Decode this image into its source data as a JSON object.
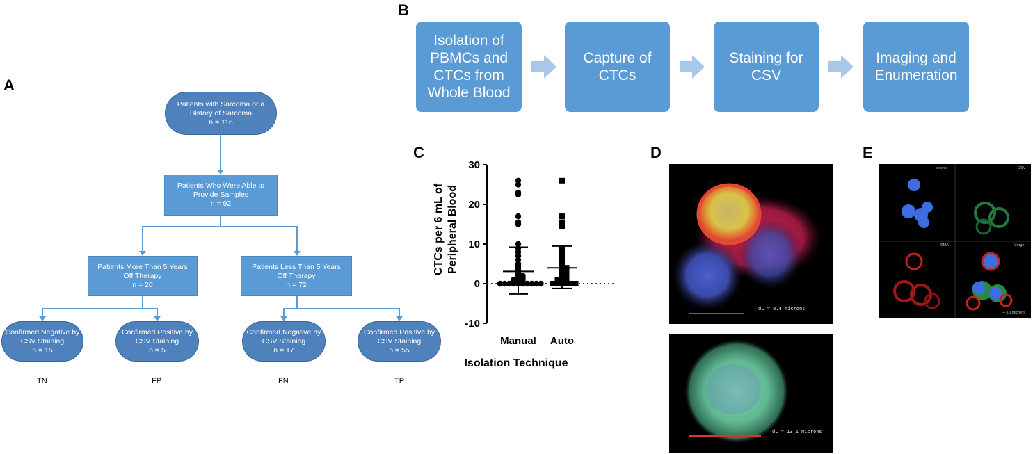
{
  "panel_letters": {
    "a": "A",
    "b": "B",
    "c": "C",
    "d": "D",
    "e": "E"
  },
  "flowchart": {
    "root": {
      "line1": "Patients with Sarcoma or a",
      "line2": "History of Sarcoma",
      "line3": "n = 116"
    },
    "samples": {
      "line1": "Patients Who Were Able to",
      "line2": "Provide Samples",
      "line3": "n = 92"
    },
    "more5": {
      "line1": "Patients More Than 5 Years",
      "line2": "Off Therapy",
      "line3": "n = 20"
    },
    "less5": {
      "line1": "Patients Less Than 5 Years",
      "line2": "Off Therapy",
      "line3": "n = 72"
    },
    "leaf_tn": {
      "line1": "Confirmed Negative by",
      "line2": "CSV Staining",
      "line3": "n = 15"
    },
    "leaf_fp": {
      "line1": "Confirmed Positive by",
      "line2": "CSV Staining",
      "line3": "n = 5"
    },
    "leaf_fn": {
      "line1": "Confirmed Negative by",
      "line2": "CSV Staining",
      "line3": "n = 17"
    },
    "leaf_tp": {
      "line1": "Confirmed Positive by",
      "line2": "CSV Staining",
      "line3": "n = 55"
    },
    "outcomes": {
      "tn": "TN",
      "fp": "FP",
      "fn": "FN",
      "tp": "TP"
    }
  },
  "process": {
    "steps": [
      {
        "line1": "Isolation of",
        "line2": "PBMCs and",
        "line3": "CTCs from",
        "line4": "Whole Blood"
      },
      {
        "line1": "Capture of",
        "line2": "CTCs"
      },
      {
        "line1": "Staining for",
        "line2": "CSV"
      },
      {
        "line1": "Imaging and",
        "line2": "Enumeration"
      }
    ],
    "box_color": "#5b9bd5",
    "arrow_color": "#a9c8e8"
  },
  "chart_data": {
    "type": "scatter",
    "ylabel_line1": "CTCs per 6 mL of",
    "ylabel_line2": "Peripheral Blood",
    "xlabel": "Isolation Technique",
    "categories": [
      "Manual",
      "Auto"
    ],
    "ylim": [
      -10,
      30
    ],
    "yticks": [
      "30",
      "20",
      "10",
      "0",
      "-10"
    ],
    "zero_line": "dotted",
    "series": [
      {
        "name": "Manual",
        "marker": "circle",
        "mean": 3.1,
        "sd_low": -2.6,
        "sd_high": 9.2,
        "values": [
          26,
          25,
          23,
          22.5,
          17,
          15.5,
          15,
          10,
          9,
          8,
          7,
          6,
          5,
          4.5,
          4,
          3.5,
          3,
          2.5,
          2,
          2,
          1.5,
          1.5,
          1,
          1,
          1,
          0.5,
          0.5,
          0.5,
          0,
          0,
          0,
          0,
          0,
          0,
          0,
          0,
          0,
          0
        ]
      },
      {
        "name": "Auto",
        "marker": "square",
        "mean": 4.0,
        "sd_low": -1.2,
        "sd_high": 9.5,
        "values": [
          26,
          17,
          15.5,
          15,
          14.5,
          9,
          8,
          7.5,
          6,
          5,
          4.5,
          4,
          4,
          3.5,
          3,
          3,
          2.5,
          2,
          2,
          1.5,
          1.5,
          1,
          1,
          1,
          0.5,
          0.5,
          0,
          0,
          0,
          0,
          0,
          0
        ]
      }
    ]
  },
  "micrographs": {
    "d_top_scale": "dL = 8.4 microns",
    "d_bottom_scale": "dL = 13.1 microns",
    "e_labels": {
      "hoechst": "Hoechst",
      "csv": "CSV",
      "sma": "SMA",
      "merge": "Merge"
    },
    "e_scale": "— 10 microns"
  }
}
